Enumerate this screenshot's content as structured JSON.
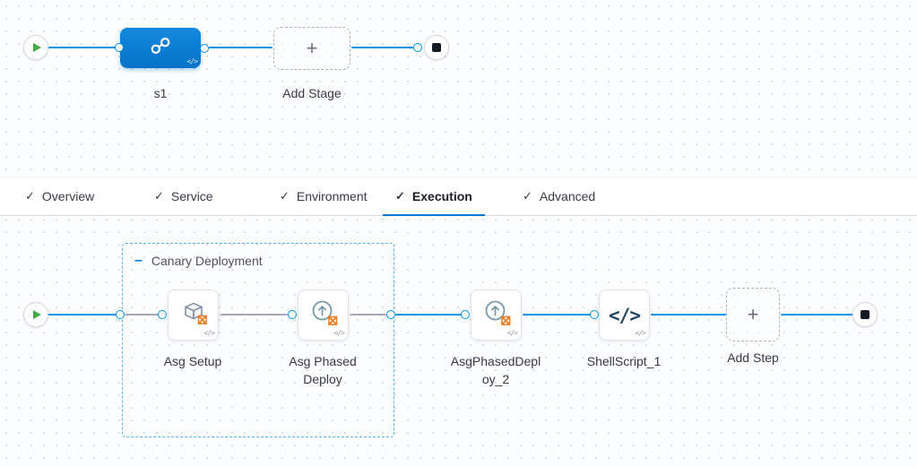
{
  "stage_pipeline": {
    "stage_label": "s1",
    "stage_badge": "</>",
    "add_stage_label": "Add Stage",
    "add_stage_plus": "+"
  },
  "tabs": {
    "active": "Execution",
    "items": [
      {
        "check": "✓",
        "label": "Overview"
      },
      {
        "check": "✓",
        "label": "Service"
      },
      {
        "check": "✓",
        "label": "Environment"
      },
      {
        "check": "✓",
        "label": "Execution"
      },
      {
        "check": "✓",
        "label": "Advanced"
      }
    ]
  },
  "execution": {
    "group_collapse_glyph": "–",
    "group_label": "Canary Deployment",
    "steps": [
      {
        "label": "Asg Setup",
        "badge": "</>"
      },
      {
        "label": "Asg Phased Deploy",
        "badge": "</>"
      },
      {
        "label": "AsgPhasedDeploy_2",
        "badge": "</>"
      },
      {
        "label": "ShellScript_1",
        "badge": "</>",
        "glyph": "</>"
      }
    ],
    "add_step_label": "Add Step",
    "add_step_plus": "+"
  },
  "colors": {
    "accent_blue": "#0278d5",
    "connector_blue": "#0092e4",
    "play_green": "#42ab45",
    "stop_dark": "#141b25",
    "asg_orange": "#ee7d22"
  }
}
